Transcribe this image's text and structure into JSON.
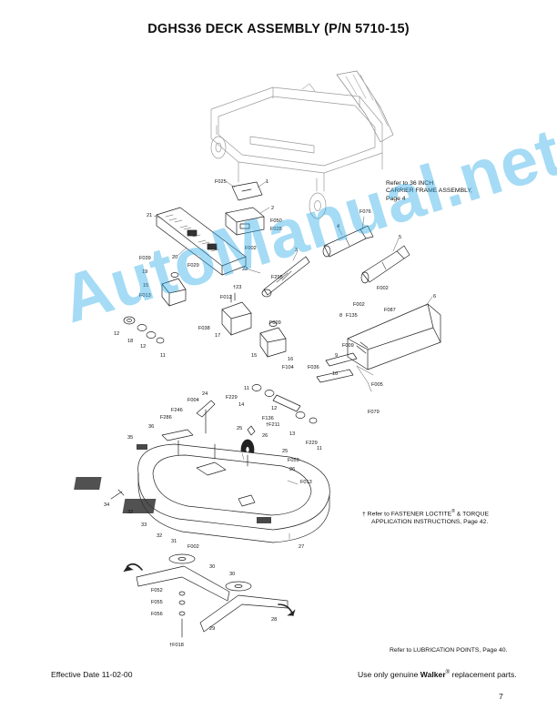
{
  "page": {
    "title": "DGHS36 DECK ASSEMBLY (P/N 5710-15)",
    "page_number": "7"
  },
  "notes": {
    "carrier_frame": [
      "Refer to 36 INCH",
      "CARRIER FRAME ASSEMBLY,",
      "Page 4"
    ],
    "fastener_line1_pre": "† Refer to FASTENER LOCTITE",
    "fastener_sup": "®",
    "fastener_line1_post": " & TORQUE",
    "fastener_line2": "APPLICATION INSTRUCTIONS, Page 42.",
    "lubrication": "Refer to LUBRICATION POINTS, Page 40."
  },
  "footer": {
    "effective_date": "Effective Date 11-02-00",
    "genuine_pre": "Use only genuine ",
    "genuine_brand": "Walker",
    "genuine_sup": "®",
    "genuine_post": " replacement parts."
  },
  "watermark": {
    "text": "AutoManual.net",
    "color": "#28aae6"
  },
  "callouts": {
    "c1": "1",
    "c2": "2",
    "c3": "3",
    "c4": "4",
    "c5": "5",
    "c6": "6",
    "c8": "8",
    "c9": "9",
    "c10": "10",
    "c11a": "11",
    "c11b": "11",
    "c11c": "11",
    "c12a": "12",
    "c12b": "12",
    "c12c": "12",
    "c13": "13",
    "c14": "14",
    "c15a": "15",
    "c15b": "15",
    "c16": "16",
    "c17": "17",
    "c18": "18",
    "c19": "19",
    "c20": "20",
    "c21": "21",
    "c22": "22",
    "c23": "†23",
    "c24": "24",
    "c25a": "25",
    "c25b": "25",
    "c26a": "26",
    "c26b": "26",
    "c27": "27",
    "c28": "28",
    "c29": "29",
    "c30a": "30",
    "c30b": "30",
    "c31": "31",
    "c32a": "32",
    "c32b": "32",
    "c33": "33",
    "c34": "34",
    "c35": "35",
    "c36": "36",
    "F025": "F025",
    "F050": "F050",
    "F028": "F028",
    "F002a": "F002",
    "F076": "F076",
    "F039": "F039",
    "F029": "F029",
    "F013a": "F013",
    "F012": "F012",
    "F038": "F038",
    "F002b": "F002",
    "F002c": "F002",
    "F087": "F087",
    "F135": "F135",
    "F009a": "F009",
    "F009b": "F009",
    "F295": "F295",
    "F036": "F036",
    "F104": "F104",
    "F005": "F005",
    "F079": "F079",
    "F229a": "F229",
    "F229b": "F229",
    "F004": "F004",
    "F246": "F246",
    "F286": "F286",
    "F136": "F136",
    "F211": "†F211",
    "F059": "F059",
    "F013b": "F013",
    "F002d": "F002",
    "F052": "F052",
    "F055": "F055",
    "F056": "F056",
    "F018": "†F018"
  }
}
